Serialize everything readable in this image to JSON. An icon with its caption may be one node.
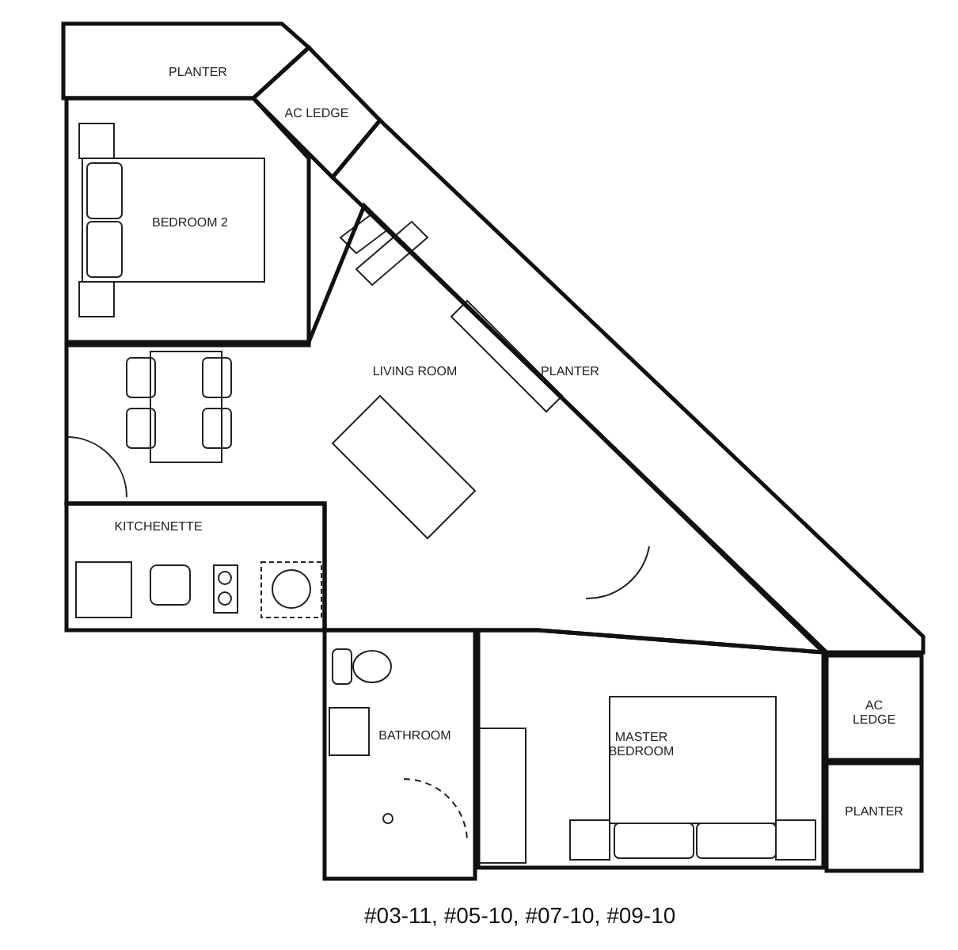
{
  "diagram": {
    "caption": "#03-11, #05-10, #07-10, #09-10",
    "nodes": [
      {
        "text": [
          "PLANTER"
        ]
      },
      {
        "text": [
          "AC LEDGE"
        ]
      },
      {
        "text": [
          "BEDROOM 2"
        ]
      },
      {
        "text": [
          "LIVING ROOM"
        ]
      },
      {
        "text": [
          "PLANTER"
        ]
      },
      {
        "text": [
          "KITCHENETTE"
        ]
      },
      {
        "text": [
          "BATHROOM"
        ]
      },
      {
        "text": [
          "MASTER BEDROOM"
        ]
      },
      {
        "text": [
          "AC LEDGE"
        ]
      },
      {
        "text": [
          "PLANTER"
        ]
      }
    ],
    "edges": []
  }
}
